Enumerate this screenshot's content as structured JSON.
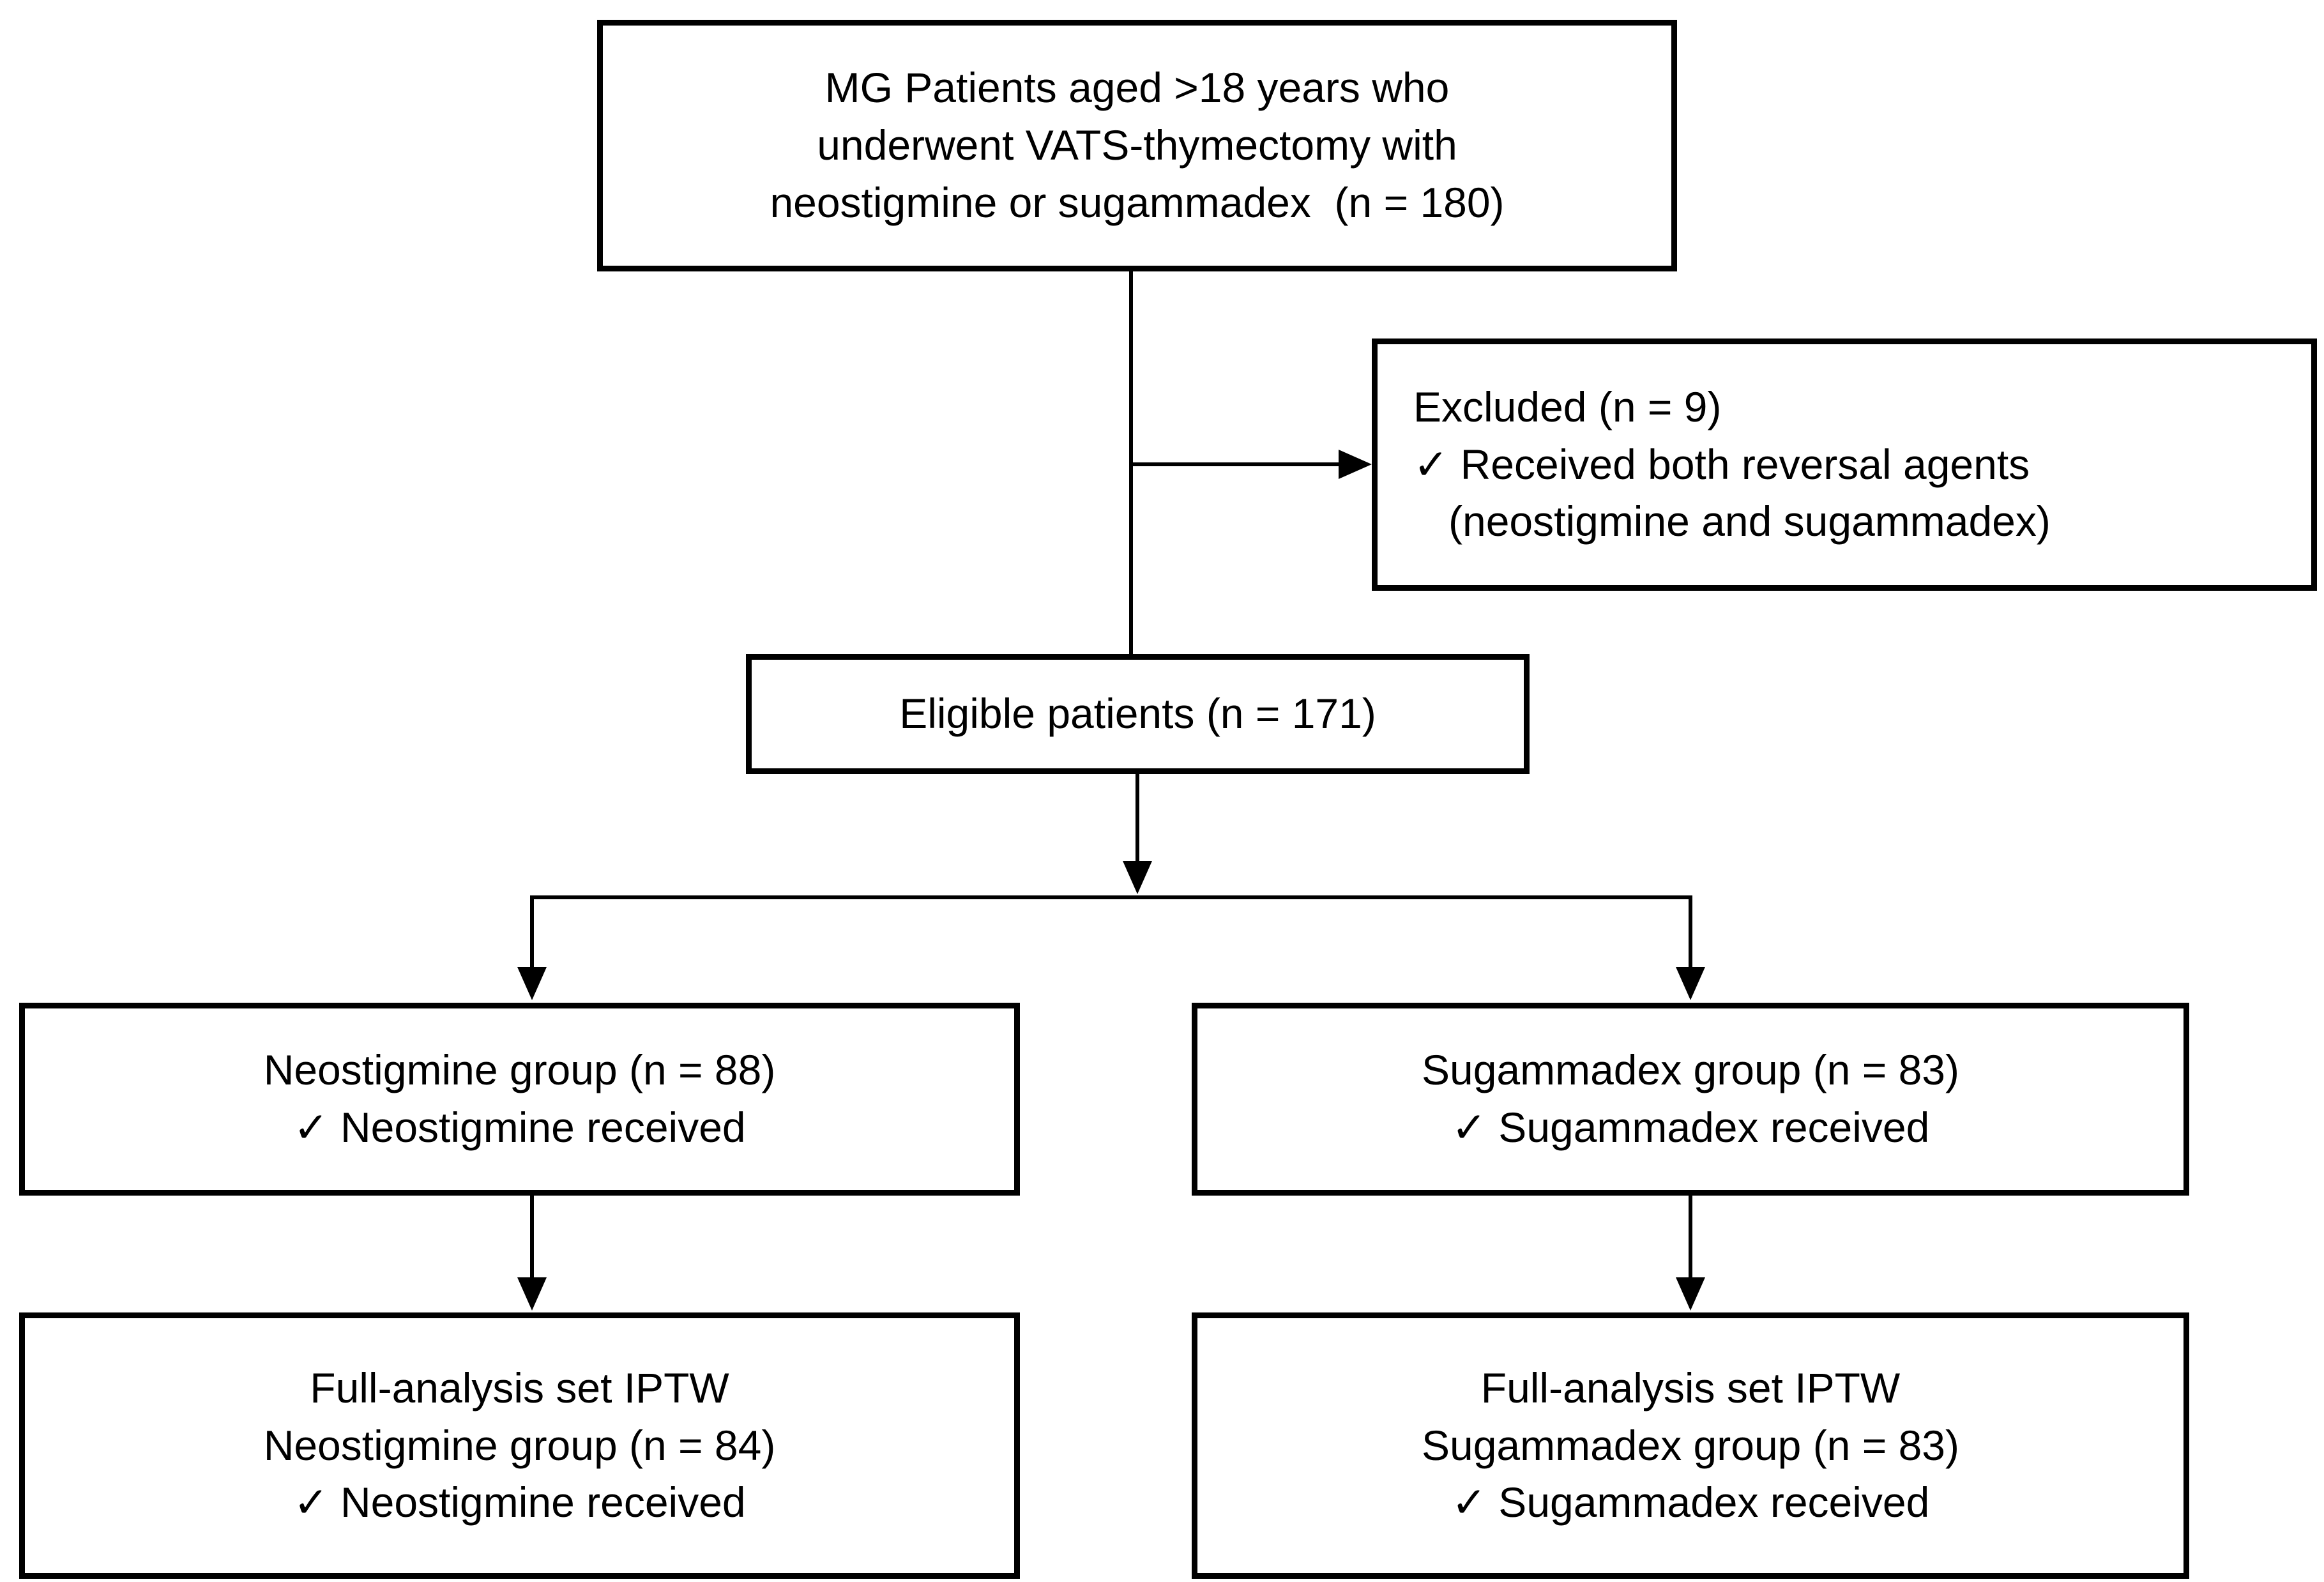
{
  "diagram": {
    "title": "CONSORT-style patient flow diagram",
    "check_glyph": "✓",
    "nodes": {
      "enrollment": {
        "name": "enrollment-box",
        "lines": [
          "MG Patients aged >18 years who",
          "underwent VATS-thymectomy with",
          "neostigmine or sugammadex  (n = 180)"
        ],
        "n": 180
      },
      "excluded": {
        "name": "excluded-box",
        "lines": [
          "Excluded (n = 9)",
          "✓ Received both reversal agents",
          "   (neostigmine and sugammadex)"
        ],
        "n": 9
      },
      "eligible": {
        "name": "eligible-box",
        "lines": [
          "Eligible patients (n = 171)"
        ],
        "n": 171
      },
      "neostigmine_group": {
        "name": "neostigmine-group-box",
        "lines": [
          "Neostigmine group (n = 88)",
          "✓ Neostigmine received"
        ],
        "n": 88
      },
      "sugammadex_group": {
        "name": "sugammadex-group-box",
        "lines": [
          "Sugammadex group (n = 83)",
          "✓ Sugammadex received"
        ],
        "n": 83
      },
      "fas_neostigmine": {
        "name": "fas-neostigmine-box",
        "lines": [
          "Full-analysis set IPTW",
          "Neostigmine group (n = 84)",
          "✓ Neostigmine received"
        ],
        "n": 84
      },
      "fas_sugammadex": {
        "name": "fas-sugammadex-box",
        "lines": [
          "Full-analysis set IPTW",
          "Sugammadex group (n = 83)",
          "✓ Sugammadex received"
        ],
        "n": 83
      }
    },
    "colors": {
      "stroke": "#000000",
      "fill": "#ffffff",
      "text": "#000000"
    }
  }
}
